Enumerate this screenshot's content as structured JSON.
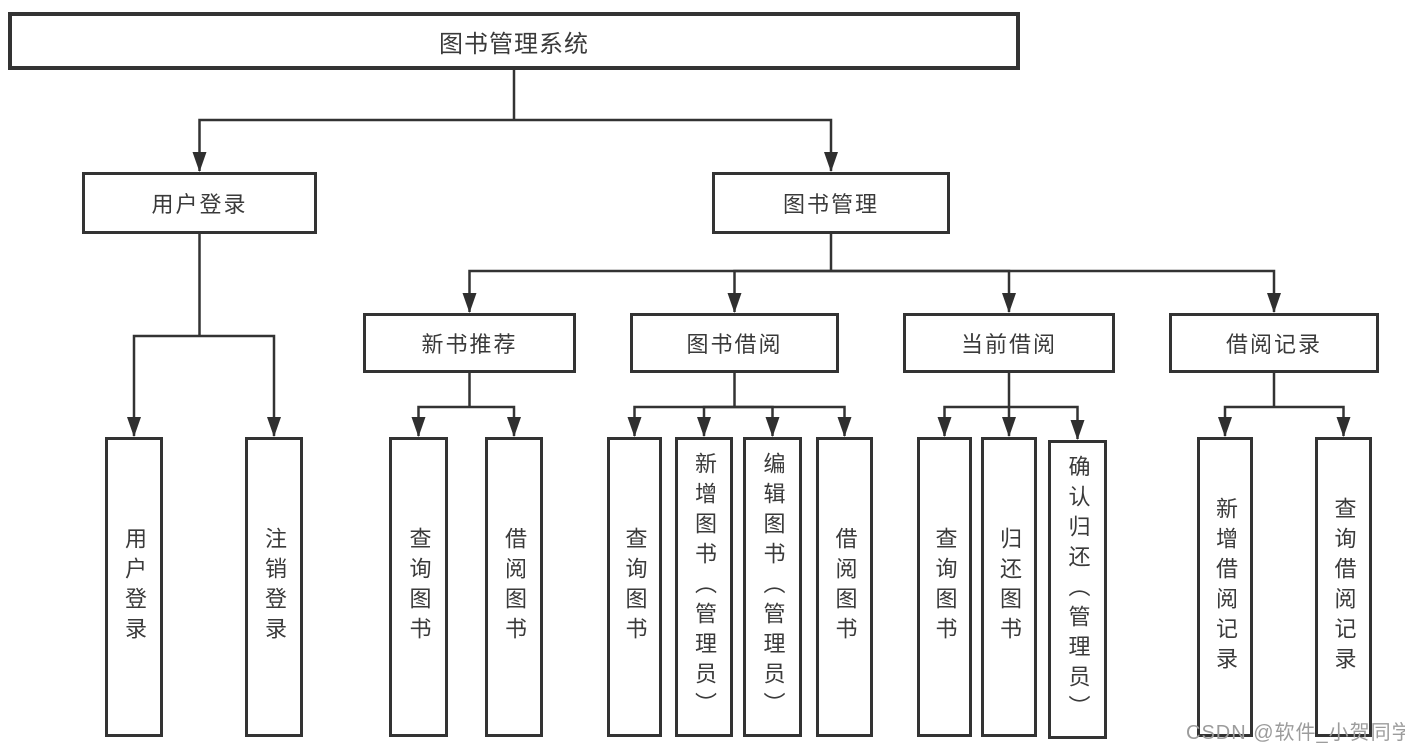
{
  "diagram": {
    "root": {
      "label": "图书管理系统"
    },
    "branches": {
      "user_login": {
        "label": "用户登录",
        "children": {
          "login": {
            "label": "用户登录"
          },
          "logout": {
            "label": "注销登录"
          }
        }
      },
      "book_management": {
        "label": "图书管理",
        "children": {
          "new_book_recommend": {
            "label": "新书推荐",
            "children": {
              "query_books": {
                "label": "查询图书"
              },
              "borrow_books": {
                "label": "借阅图书"
              }
            }
          },
          "book_borrow": {
            "label": "图书借阅",
            "children": {
              "query_books": {
                "label": "查询图书"
              },
              "add_books": {
                "label": "新增图书（管理员）"
              },
              "edit_books": {
                "label": "编辑图书（管理员）"
              },
              "borrow_books": {
                "label": "借阅图书"
              }
            }
          },
          "current_borrow": {
            "label": "当前借阅",
            "children": {
              "query_books": {
                "label": "查询图书"
              },
              "return_books": {
                "label": "归还图书"
              },
              "confirm_return": {
                "label": "确认归还（管理员）"
              }
            }
          },
          "borrow_records": {
            "label": "借阅记录",
            "children": {
              "add_record": {
                "label": "新增借阅记录"
              },
              "query_record": {
                "label": "查询借阅记录"
              }
            }
          }
        }
      }
    }
  },
  "watermark": {
    "text": "CSDN @软件_小贺同学"
  },
  "colors": {
    "line": "#333333",
    "arrow": "#2f2f2f",
    "box_border": "#333333",
    "text": "#3a3a3a",
    "watermark": "#9c9c9c",
    "background": "#ffffff"
  }
}
